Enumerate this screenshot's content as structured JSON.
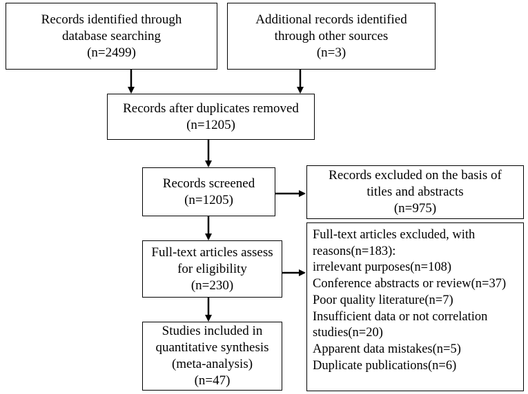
{
  "boxes": {
    "identified": [
      "Records identified through",
      "database searching",
      "(n=2499)"
    ],
    "additional": [
      "Additional records identified",
      "through other sources",
      "(n=3)"
    ],
    "after_duplicates": [
      "Records after duplicates removed",
      "(n=1205)"
    ],
    "screened": [
      "Records screened",
      "(n=1205)"
    ],
    "excluded_titles": [
      "Records excluded on the basis of",
      "titles and abstracts",
      "(n=975)"
    ],
    "full_text": [
      "Full-text articles assess",
      "for eligibility",
      "(n=230)"
    ],
    "full_text_excluded": [
      "Full-text articles  excluded, with",
      "reasons(n=183):",
      "irrelevant purposes(n=108)",
      "Conference abstracts or review(n=37)",
      "Poor quality literature(n=7)",
      "Insufficient data or not correlation",
      "studies(n=20)",
      "Apparent data mistakes(n=5)",
      "Duplicate publications(n=6)"
    ],
    "included": [
      "Studies included in",
      "quantitative synthesis",
      "(meta-analysis)",
      "(n=47)"
    ]
  }
}
